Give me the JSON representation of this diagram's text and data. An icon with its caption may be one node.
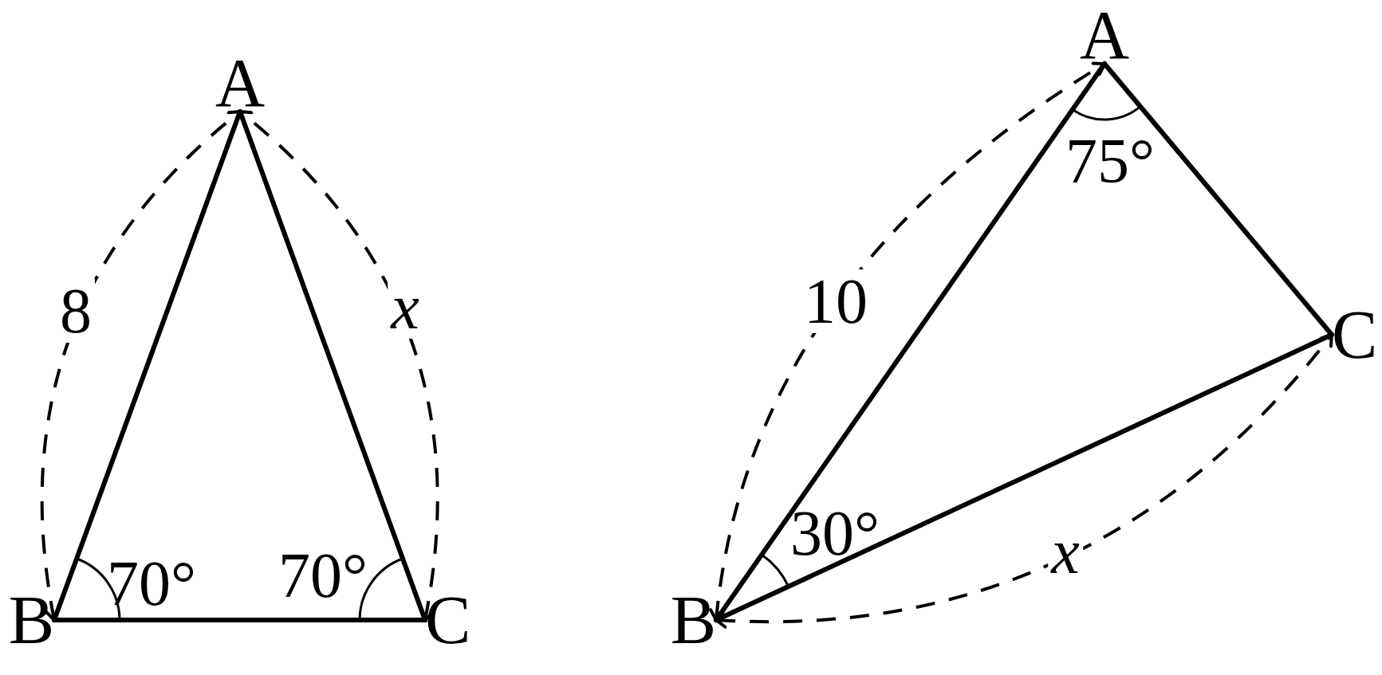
{
  "diagram": {
    "nodes": [
      {
        "text": [
          "A"
        ]
      },
      {
        "text": [
          "B"
        ]
      },
      {
        "text": [
          "C"
        ]
      },
      {
        "text": [
          "A"
        ]
      },
      {
        "text": [
          "B"
        ]
      },
      {
        "text": [
          "C"
        ]
      }
    ],
    "edges": [
      {
        "from": 1,
        "to": 0,
        "arrow": "none"
      },
      {
        "from": 0,
        "to": 2,
        "arrow": "none"
      },
      {
        "from": 1,
        "to": 2,
        "arrow": "none"
      },
      {
        "from": 1,
        "to": 0,
        "arrow": "both",
        "style": "dashed",
        "label": "8"
      },
      {
        "from": 2,
        "to": 0,
        "arrow": "both",
        "style": "dashed",
        "label": "x"
      },
      {
        "from": 4,
        "to": 3,
        "arrow": "none"
      },
      {
        "from": 3,
        "to": 5,
        "arrow": "none"
      },
      {
        "from": 4,
        "to": 5,
        "arrow": "none"
      },
      {
        "from": 4,
        "to": 3,
        "arrow": "both",
        "style": "dashed",
        "label": "10"
      },
      {
        "from": 4,
        "to": 5,
        "arrow": "both",
        "style": "dashed",
        "label": "x"
      }
    ],
    "labels": [
      "70°",
      "70°",
      "75°",
      "30°"
    ]
  }
}
